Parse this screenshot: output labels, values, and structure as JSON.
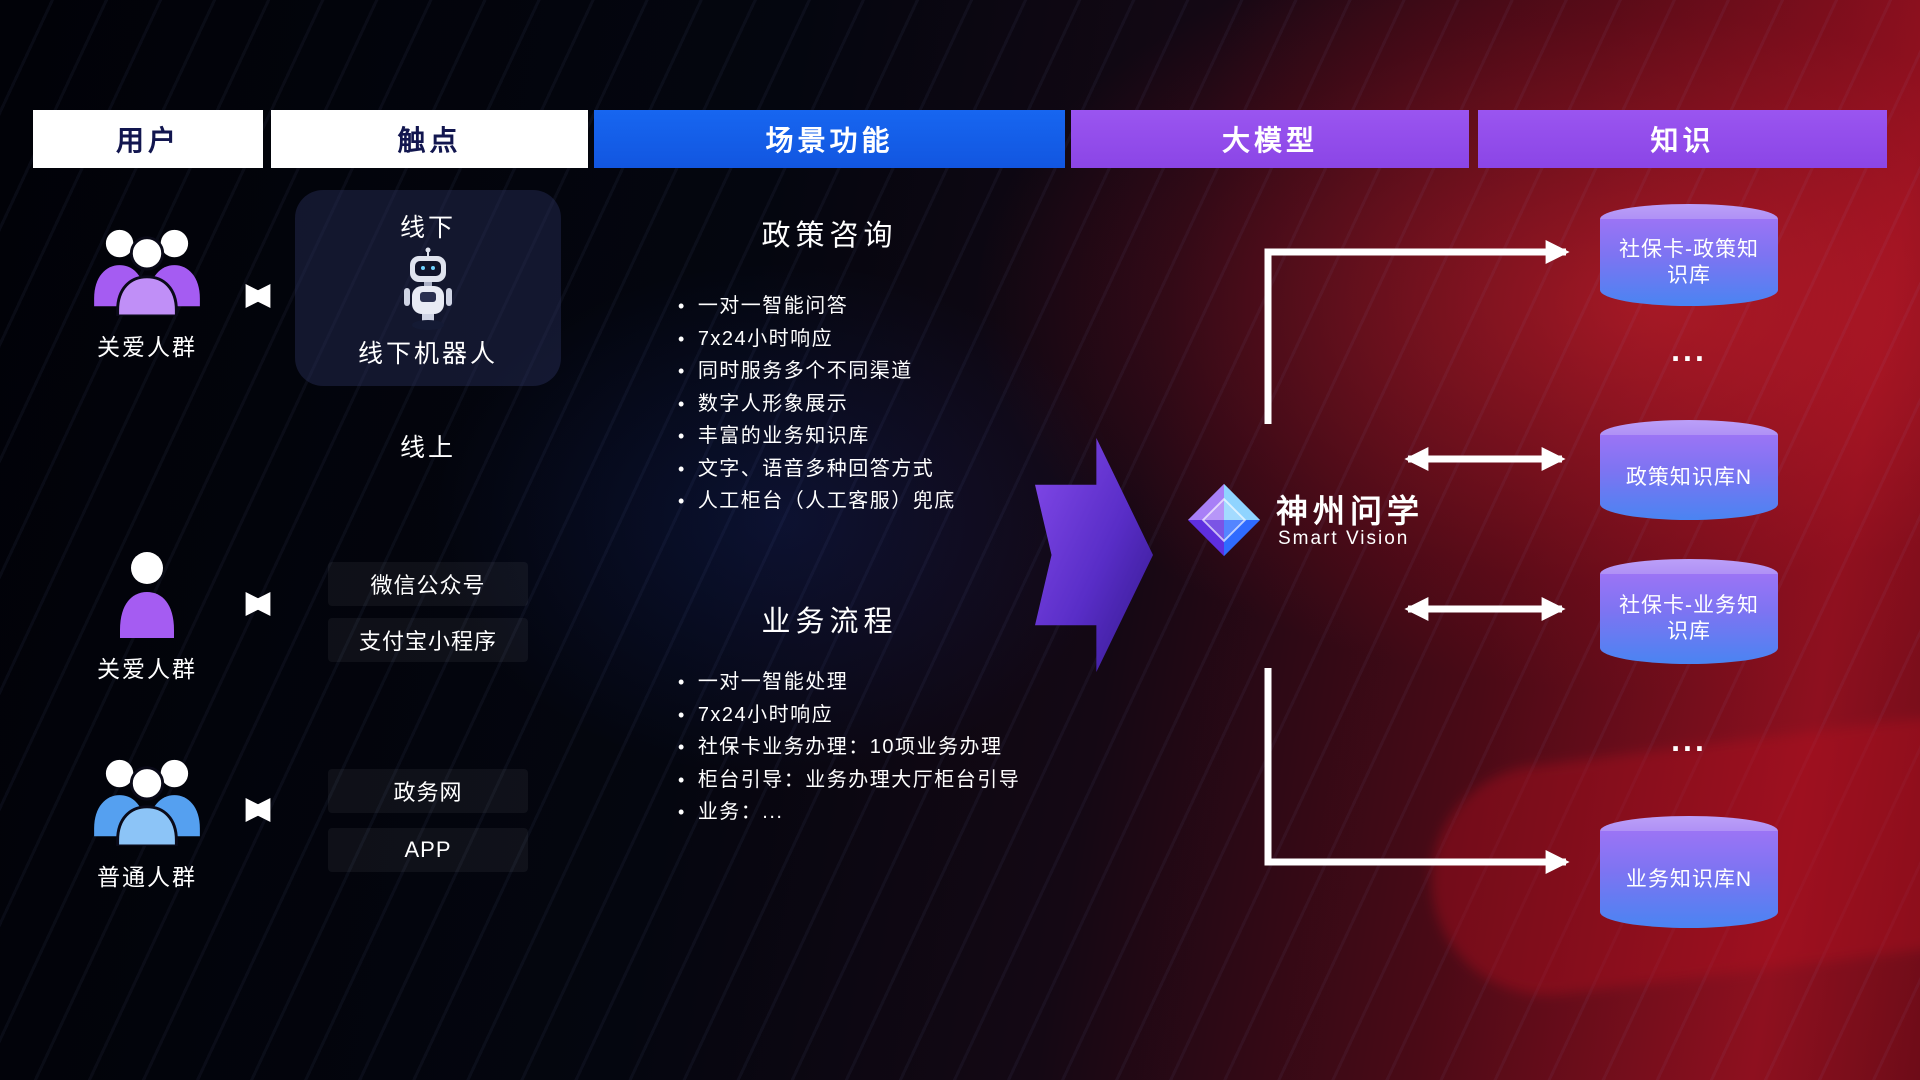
{
  "header": {
    "columns": [
      {
        "id": "users",
        "label": "用户"
      },
      {
        "id": "touchpoints",
        "label": "触点"
      },
      {
        "id": "scenarios",
        "label": "场景功能"
      },
      {
        "id": "model",
        "label": "大模型"
      },
      {
        "id": "knowledge",
        "label": "知识"
      }
    ]
  },
  "users": [
    {
      "label": "关爱人群",
      "icon": "user-group-purple-icon"
    },
    {
      "label": "关爱人群",
      "icon": "user-person-purple-icon"
    },
    {
      "label": "普通人群",
      "icon": "user-group-blue-icon"
    }
  ],
  "touchpoints": {
    "offline": {
      "title": "线下",
      "robot_label": "线下机器人",
      "robot_icon": "robot-icon"
    },
    "online": {
      "title": "线上",
      "items": [
        "微信公众号",
        "支付宝小程序",
        "政务网",
        "APP"
      ]
    }
  },
  "scenarios": [
    {
      "title": "政策咨询",
      "items": [
        "一对一智能问答",
        "7x24小时响应",
        "同时服务多个不同渠道",
        "数字人形象展示",
        "丰富的业务知识库",
        "文字、语音多种回答方式",
        "人工柜台（人工客服）兜底"
      ]
    },
    {
      "title": "业务流程",
      "items": [
        "一对一智能处理",
        "7x24小时响应",
        "社保卡业务办理：10项业务办理",
        "柜台引导：业务办理大厅柜台引导",
        "业务：..."
      ]
    }
  ],
  "model": {
    "name": "神州问学",
    "subtitle": "Smart Vision",
    "logo_icon": "gem-diamond-icon"
  },
  "knowledge": {
    "items": [
      {
        "type": "database",
        "label": "社保卡-政策知识库"
      },
      {
        "type": "ellipsis",
        "label": "..."
      },
      {
        "type": "database",
        "label": "政策知识库N"
      },
      {
        "type": "database",
        "label": "社保卡-业务知识库"
      },
      {
        "type": "ellipsis",
        "label": "..."
      },
      {
        "type": "database",
        "label": "业务知识库N"
      }
    ]
  },
  "colors": {
    "header-blue": "#1766f0",
    "header-purple": "#9a55f0",
    "header-dark-text": "#12164f",
    "user-purple": "#a55cf2",
    "user-purple-light": "#c08ff7",
    "user-blue": "#55a0f0",
    "user-blue-light": "#8cc4f7",
    "db-cap": "#bb9ff8",
    "db-top": "#9b74f5",
    "db-bottom": "#4a84f2",
    "flow-arrow-purple": "#5c2fd0",
    "connector-white": "#ffffff"
  }
}
